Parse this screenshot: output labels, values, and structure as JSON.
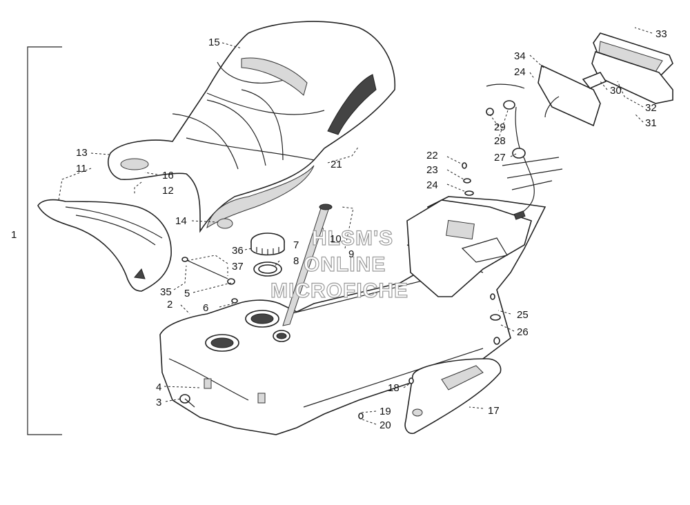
{
  "watermark": {
    "line1": "HLSM'S",
    "line2": "ONLINE",
    "line3": "MICROFICHE"
  },
  "callouts": {
    "c1": "1",
    "c2": "2",
    "c3": "3",
    "c4": "4",
    "c5": "5",
    "c6": "6",
    "c7": "7",
    "c8": "8",
    "c9": "9",
    "c10": "10",
    "c11": "11",
    "c12": "12",
    "c13": "13",
    "c14": "14",
    "c15": "15",
    "c16": "16",
    "c17": "17",
    "c18": "18",
    "c19": "19",
    "c20": "20",
    "c21": "21",
    "c22": "22",
    "c23": "23",
    "c24a": "24",
    "c24b": "24",
    "c25": "25",
    "c26": "26",
    "c27": "27",
    "c28": "28",
    "c29": "29",
    "c30": "30",
    "c31": "31",
    "c32": "32",
    "c33": "33",
    "c34": "34",
    "c35": "35",
    "c36": "36",
    "c37": "37"
  },
  "colors": {
    "line": "#222222",
    "shade": "#d9d9d9",
    "paper": "#ffffff"
  }
}
